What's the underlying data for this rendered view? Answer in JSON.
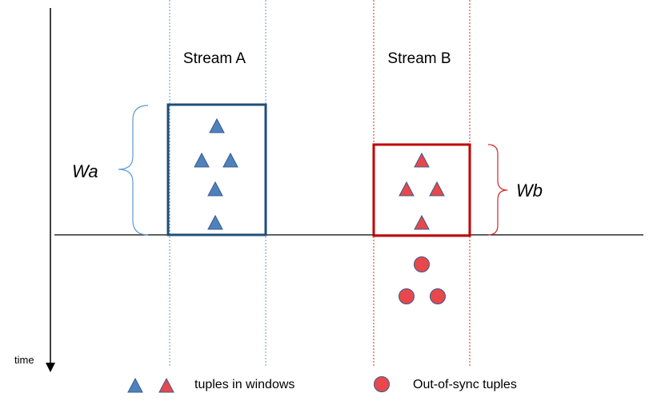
{
  "streams": {
    "a": {
      "title": "Stream A",
      "window_label": "Wa",
      "color": "#1F4E79",
      "guide_color": "#5B9BD5"
    },
    "b": {
      "title": "Stream B",
      "window_label": "Wb",
      "color": "#C00000",
      "guide_color": "#D62728"
    }
  },
  "axis": {
    "time_label": "time"
  },
  "legend": {
    "tuples_in_windows": "tuples in windows",
    "out_of_sync": "Out-of-sync tuples"
  },
  "colors": {
    "tuple_a_fill": "#4F81BD",
    "tuple_b_fill": "#E8474C",
    "tuple_stroke": "#385D8A",
    "baseline": "#000000"
  }
}
